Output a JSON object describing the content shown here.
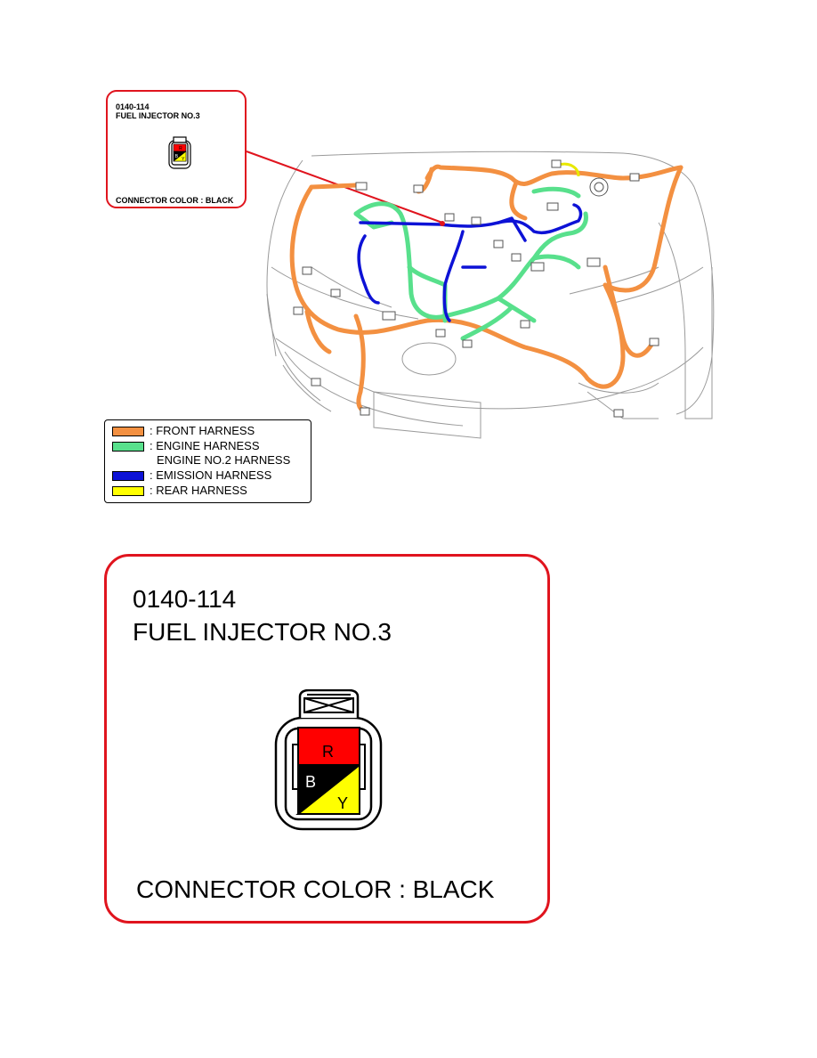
{
  "connector": {
    "code": "0140-114",
    "name": "FUEL INJECTOR NO.3",
    "color_text": "CONNECTOR COLOR : BLACK",
    "pins": [
      {
        "label": "R",
        "color": "#ff0000"
      },
      {
        "label": "B",
        "color": "#000000"
      },
      {
        "label": "Y",
        "color": "#ffff00"
      }
    ]
  },
  "legend": {
    "items": [
      {
        "label": ": FRONT HARNESS",
        "color": "#f39041"
      },
      {
        "label": ": ENGINE HARNESS",
        "label2": "ENGINE NO.2 HARNESS",
        "color": "#58e08c"
      },
      {
        "label": ": EMISSION HARNESS",
        "color": "#0d12d6"
      },
      {
        "label": ": REAR HARNESS",
        "color": "#ffff00"
      }
    ]
  },
  "colors": {
    "callout_border": "#e0141e",
    "front_harness": "#f39041",
    "engine_harness": "#58e08c",
    "emission_harness": "#0d12d6",
    "rear_harness": "#ffff00"
  }
}
